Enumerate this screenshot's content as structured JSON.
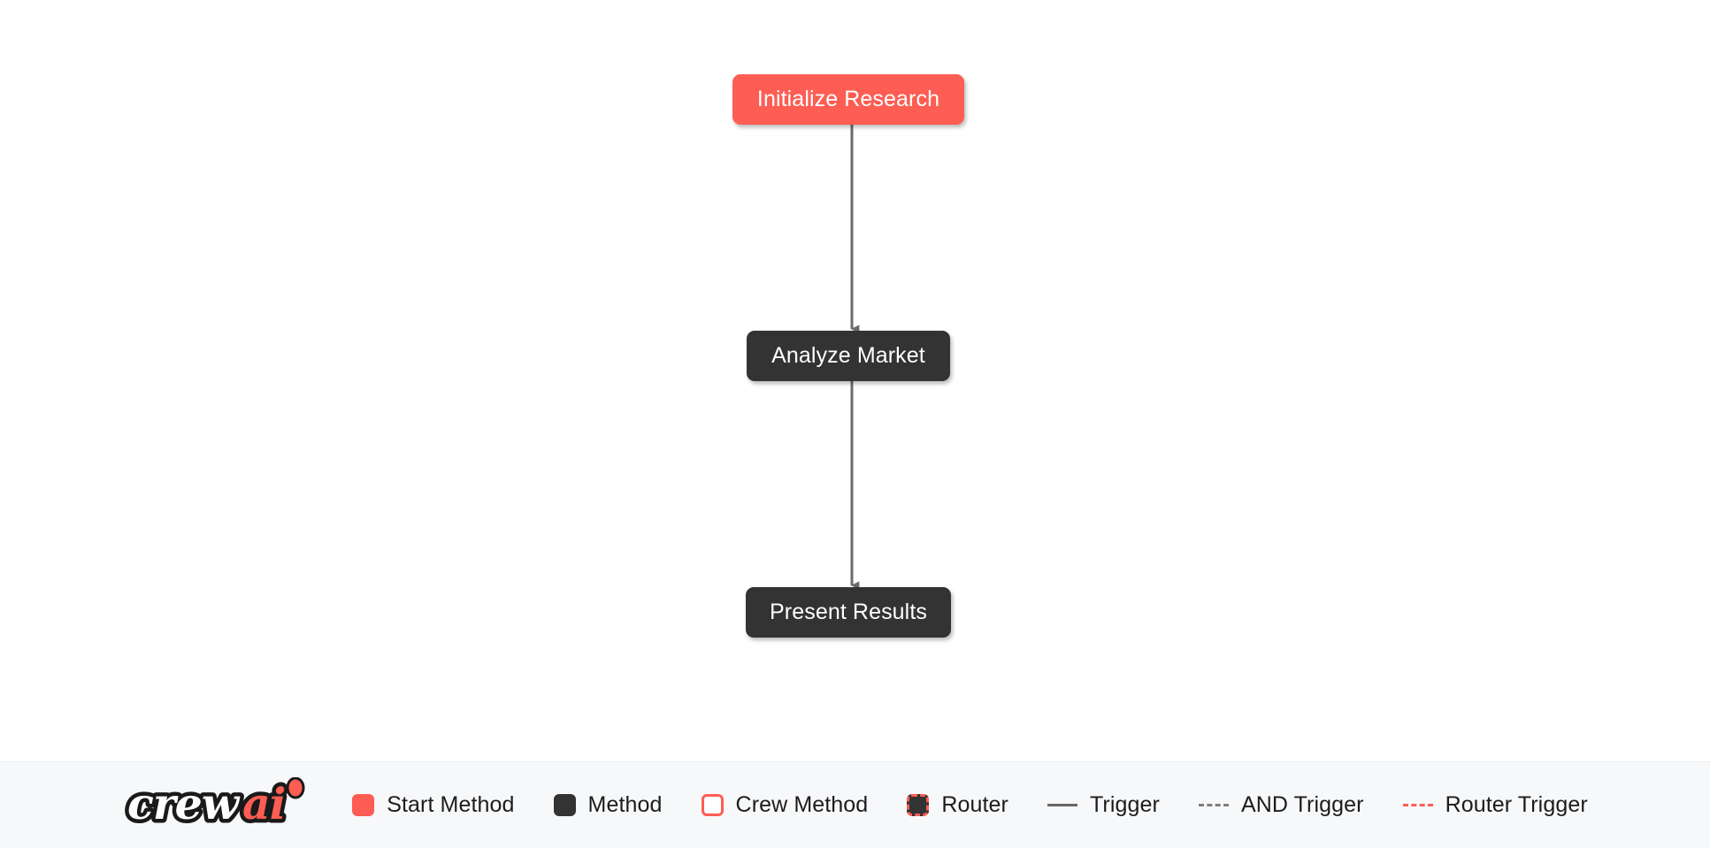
{
  "canvas": {
    "background_color": "#ffffff",
    "edge_color": "#666666"
  },
  "flow": {
    "nodes": [
      {
        "id": "initialize-research",
        "label": "Initialize Research",
        "type": "start-method",
        "fill": "#fd5d53",
        "text_color": "#ffffff"
      },
      {
        "id": "analyze-market",
        "label": "Analyze Market",
        "type": "method",
        "fill": "#333333",
        "text_color": "#ffffff"
      },
      {
        "id": "present-results",
        "label": "Present Results",
        "type": "method",
        "fill": "#333333",
        "text_color": "#ffffff"
      }
    ],
    "edges": [
      {
        "from": "initialize-research",
        "to": "analyze-market",
        "style": "trigger"
      },
      {
        "from": "analyze-market",
        "to": "present-results",
        "style": "trigger"
      }
    ]
  },
  "legend": {
    "logo": {
      "text_primary": "crew",
      "text_accent": "ai",
      "primary_color": "#ffffff",
      "accent_color": "#fd5d53",
      "outline_color": "#1a1a1a"
    },
    "items": [
      {
        "label": "Start Method",
        "marker": "filled-square",
        "color": "#fd5d53"
      },
      {
        "label": "Method",
        "marker": "filled-square",
        "color": "#333333"
      },
      {
        "label": "Crew Method",
        "marker": "outlined-square",
        "color": "#fd5d53"
      },
      {
        "label": "Router",
        "marker": "dashed-square",
        "color": "#fd5d53"
      },
      {
        "label": "Trigger",
        "marker": "solid-line",
        "color": "#666666"
      },
      {
        "label": "AND Trigger",
        "marker": "dashed-line",
        "color": "#808080"
      },
      {
        "label": "Router Trigger",
        "marker": "dashed-line",
        "color": "#fd5d53"
      }
    ]
  }
}
